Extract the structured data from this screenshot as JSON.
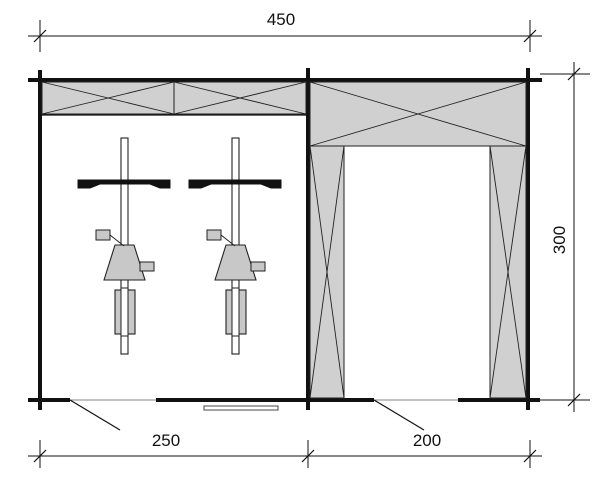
{
  "dimensions": {
    "total_width": "450",
    "left_width": "250",
    "right_width": "200",
    "depth": "300"
  }
}
